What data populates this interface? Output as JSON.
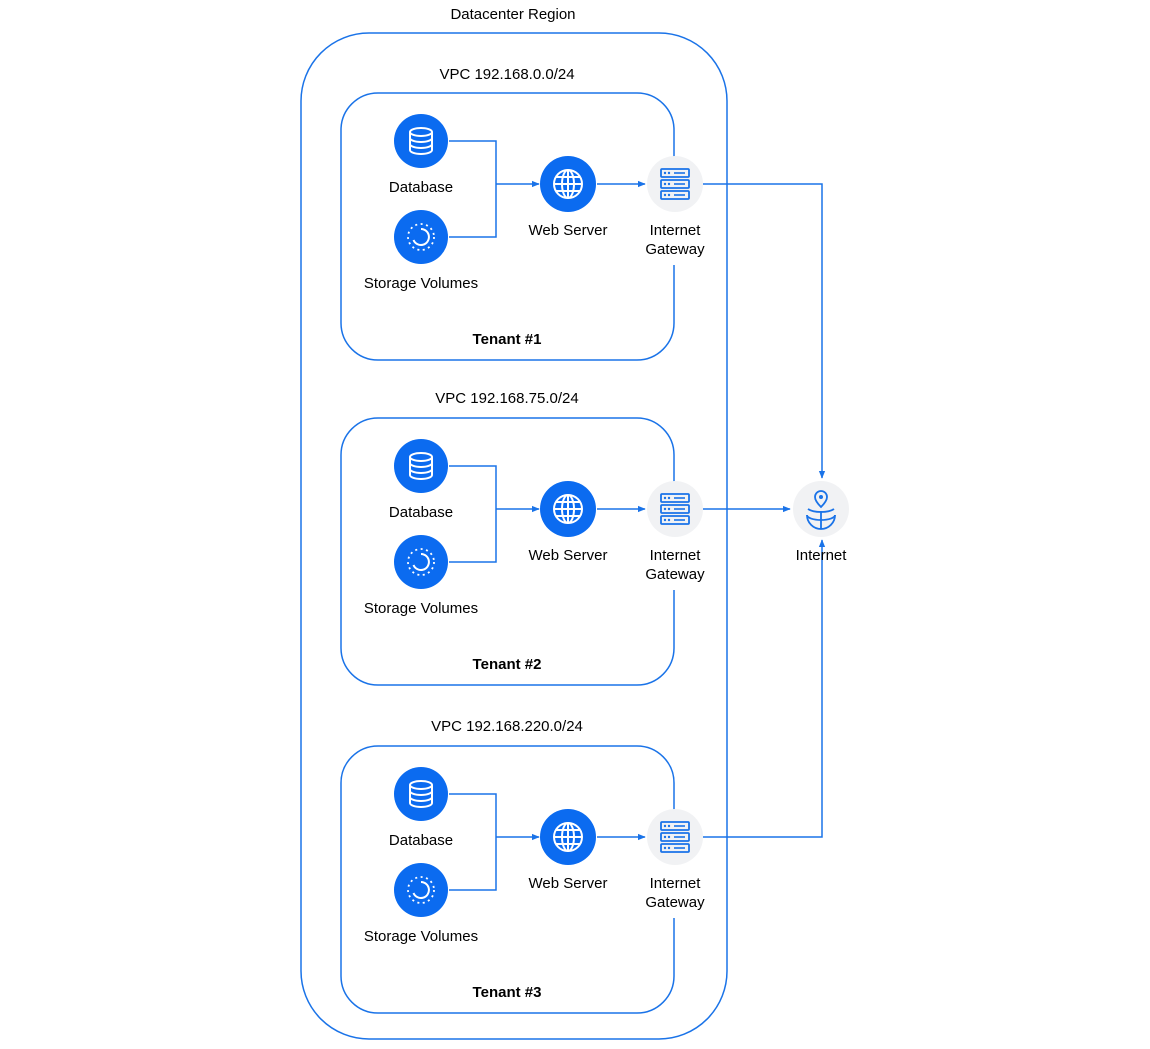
{
  "region": {
    "title": "Datacenter Region"
  },
  "tenants": [
    {
      "vpc_label": "VPC 192.168.0.0/24",
      "name": "Tenant #1",
      "database_label": "Database",
      "storage_label": "Storage Volumes",
      "web_server_label": "Web Server",
      "gateway_label_line1": "Internet",
      "gateway_label_line2": "Gateway"
    },
    {
      "vpc_label": "VPC 192.168.75.0/24",
      "name": "Tenant #2",
      "database_label": "Database",
      "storage_label": "Storage Volumes",
      "web_server_label": "Web Server",
      "gateway_label_line1": "Internet",
      "gateway_label_line2": "Gateway"
    },
    {
      "vpc_label": "VPC 192.168.220.0/24",
      "name": "Tenant #3",
      "database_label": "Database",
      "storage_label": "Storage Volumes",
      "web_server_label": "Web Server",
      "gateway_label_line1": "Internet",
      "gateway_label_line2": "Gateway"
    }
  ],
  "internet": {
    "label": "Internet"
  },
  "icons": {
    "database": "database-icon",
    "storage": "storage-volume-icon",
    "web_server": "globe-icon",
    "gateway": "server-rack-icon",
    "internet": "globe-pin-icon"
  },
  "colors": {
    "accent": "#1a73e8",
    "icon_blue": "#0b6bf0",
    "light_circle": "#f1f2f4",
    "text": "#000000"
  }
}
